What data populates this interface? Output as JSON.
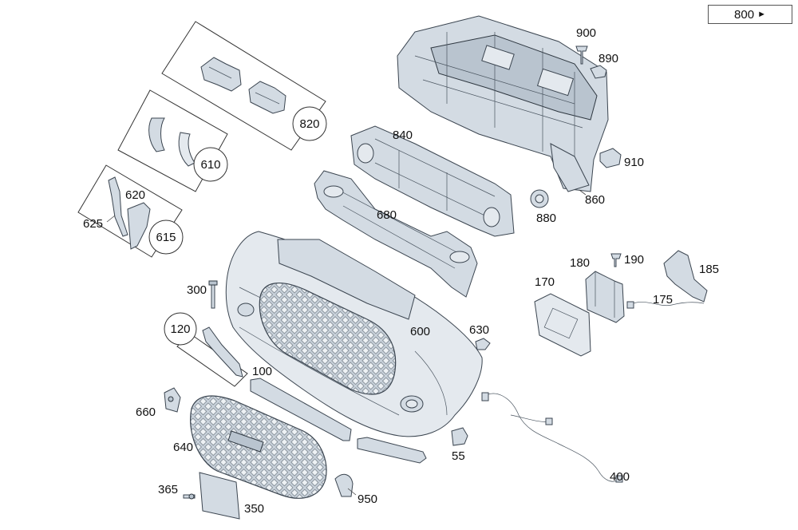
{
  "nav": {
    "label": "800",
    "arrow": "►"
  },
  "callouts": {
    "c900": "900",
    "c890": "890",
    "c820": "820",
    "c840": "840",
    "c610": "610",
    "c620": "620",
    "c625": "625",
    "c615": "615",
    "c910": "910",
    "c860": "860",
    "c880": "880",
    "c680": "680",
    "c180": "180",
    "c190": "190",
    "c185": "185",
    "c170": "170",
    "c175": "175",
    "c300": "300",
    "c120": "120",
    "c600": "600",
    "c630": "630",
    "c100": "100",
    "c660": "660",
    "c640": "640",
    "c55": "55",
    "c400": "400",
    "c365": "365",
    "c350": "350",
    "c950": "950"
  }
}
